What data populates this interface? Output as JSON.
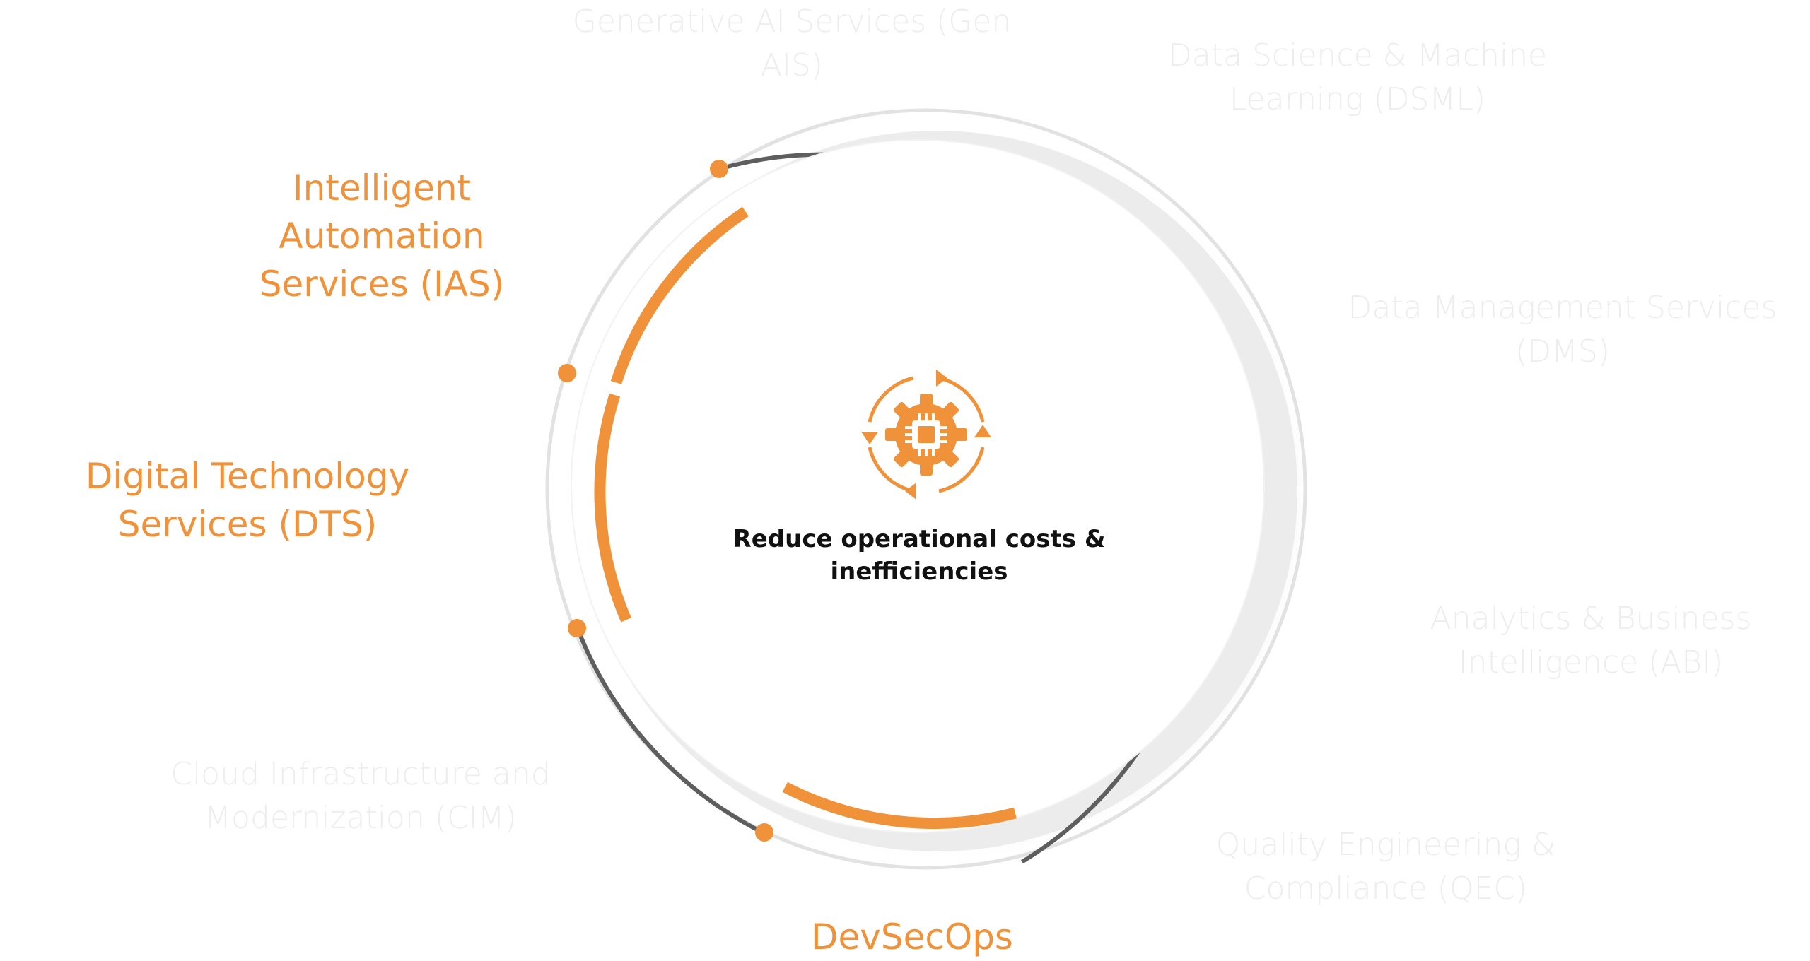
{
  "colors": {
    "accent": "#f0923a",
    "ring_dark": "#5e5e5e",
    "ring_light": "#e2e2e2",
    "muted_text": "#ededed",
    "center_text": "#111111"
  },
  "center": {
    "icon": "gear-chip-cycle-icon",
    "text": "Reduce operational costs &\ninefficiencies"
  },
  "services": [
    {
      "id": "gen-ais",
      "label": "Generative AI Services (Gen\nAIS)",
      "active": false
    },
    {
      "id": "dsml",
      "label": "Data Science & Machine\nLearning (DSML)",
      "active": false
    },
    {
      "id": "dms",
      "label": "Data Management Services\n(DMS)",
      "active": false
    },
    {
      "id": "abi",
      "label": "Analytics & Business\nIntelligence (ABI)",
      "active": false
    },
    {
      "id": "qec",
      "label": "Quality Engineering &\nCompliance (QEC)",
      "active": false
    },
    {
      "id": "devsecops",
      "label": "DevSecOps",
      "active": true
    },
    {
      "id": "cim",
      "label": "Cloud Infrastructure and\nModernization (CIM)",
      "active": false
    },
    {
      "id": "dts",
      "label": "Digital Technology\nServices (DTS)",
      "active": true
    },
    {
      "id": "ias",
      "label": "Intelligent\nAutomation\nServices (IAS)",
      "active": true
    }
  ]
}
